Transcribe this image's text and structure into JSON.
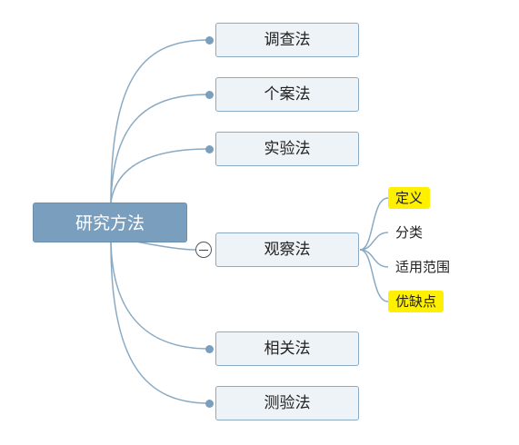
{
  "root": {
    "label": "研究方法"
  },
  "children": [
    {
      "label": "调查法"
    },
    {
      "label": "个案法"
    },
    {
      "label": "实验法"
    },
    {
      "label": "观察法"
    },
    {
      "label": "相关法"
    },
    {
      "label": "测验法"
    }
  ],
  "observation_subtopics": [
    {
      "label": "定义",
      "highlighted": true
    },
    {
      "label": "分类",
      "highlighted": false
    },
    {
      "label": "适用范围",
      "highlighted": false
    },
    {
      "label": "优缺点",
      "highlighted": true
    }
  ],
  "colors": {
    "root_fill": "#7a9fbe",
    "connector": "#8aaac3",
    "highlight": "#ffef00"
  }
}
